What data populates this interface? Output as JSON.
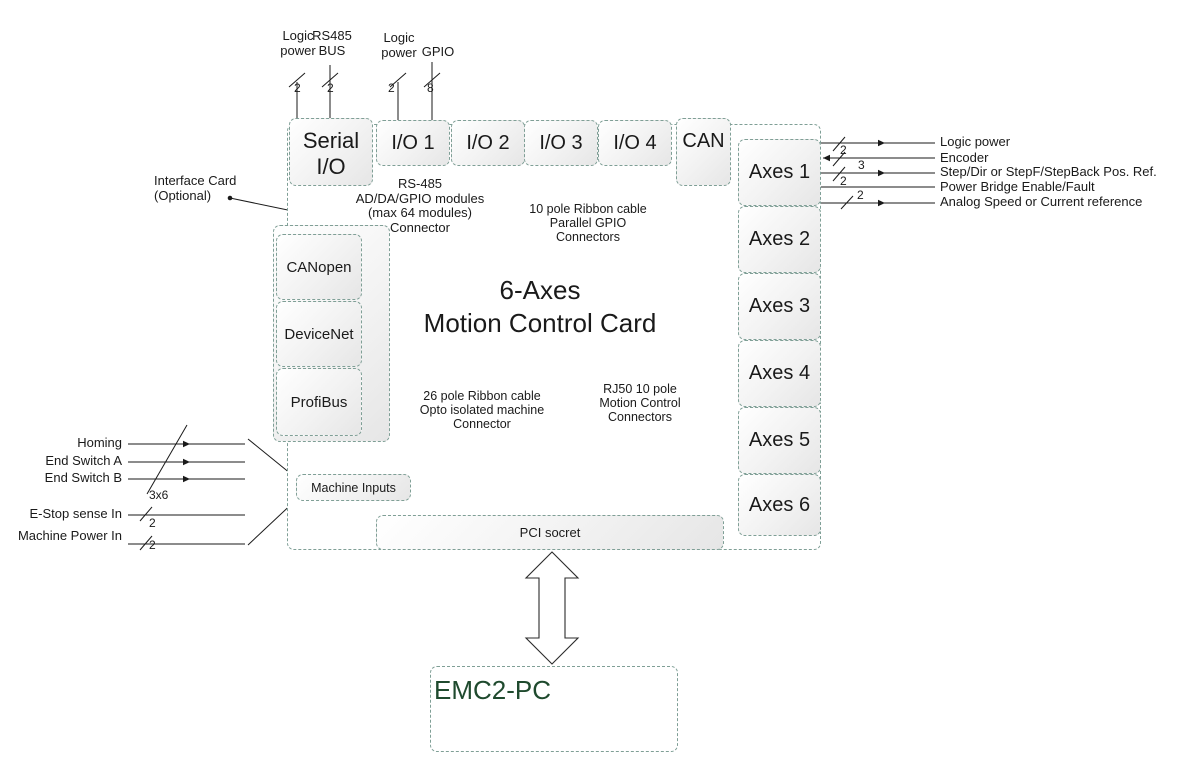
{
  "top_labels": {
    "logic_power_1": [
      "Logic",
      "power"
    ],
    "rs485_bus": [
      "RS485",
      "BUS"
    ],
    "logic_power_2": [
      "Logic",
      "power"
    ],
    "gpio": "GPIO"
  },
  "bus_widths": {
    "logic_power_1": "2",
    "rs485_bus": "2",
    "logic_power_2": "2",
    "gpio": "8"
  },
  "ports_top": {
    "serial_io": [
      "Serial",
      "I/O"
    ],
    "io1": "I/O 1",
    "io2": "I/O 2",
    "io3": "I/O 3",
    "io4": "I/O 4",
    "can": "CAN"
  },
  "interface_card": {
    "caption": [
      "Interface Card",
      "(Optional)"
    ],
    "modules": [
      "CANopen",
      "DeviceNet",
      "ProfiBus"
    ]
  },
  "annotations": {
    "rs485": [
      "RS-485",
      "AD/DA/GPIO modules",
      "(max 64 modules)",
      "Connector"
    ],
    "ribbon10": [
      "10 pole Ribbon cable",
      "Parallel GPIO",
      "Connectors"
    ],
    "ribbon26": [
      "26 pole Ribbon cable",
      "Opto isolated machine",
      "Connector"
    ],
    "rj50": [
      "RJ50 10 pole",
      "Motion Control",
      "Connectors"
    ]
  },
  "main_title": [
    "6-Axes",
    "Motion Control Card"
  ],
  "axes": [
    "Axes 1",
    "Axes 2",
    "Axes 3",
    "Axes 4",
    "Axes 5",
    "Axes 6"
  ],
  "axis_signals": [
    {
      "label": "Logic power",
      "width": "2"
    },
    {
      "label": "Encoder",
      "width": "3"
    },
    {
      "label": "Step/Dir or StepF/StepBack Pos. Ref.",
      "width": "2"
    },
    {
      "label": "Power Bridge Enable/Fault",
      "width": ""
    },
    {
      "label": "Analog Speed or Current reference",
      "width": "2"
    }
  ],
  "machine_inputs": {
    "label": "Machine Inputs",
    "signals": [
      "Homing",
      "End Switch A",
      "End Switch B",
      "E-Stop sense In",
      "Machine Power In"
    ],
    "group_width": "3x6",
    "estop_width": "2",
    "power_width": "2"
  },
  "pci_socket": "PCI socret",
  "pc": "EMC2-PC",
  "colors": {
    "border": "#7f9f96",
    "line": "#1a1a1a",
    "pc_text": "#1f4a2e"
  }
}
